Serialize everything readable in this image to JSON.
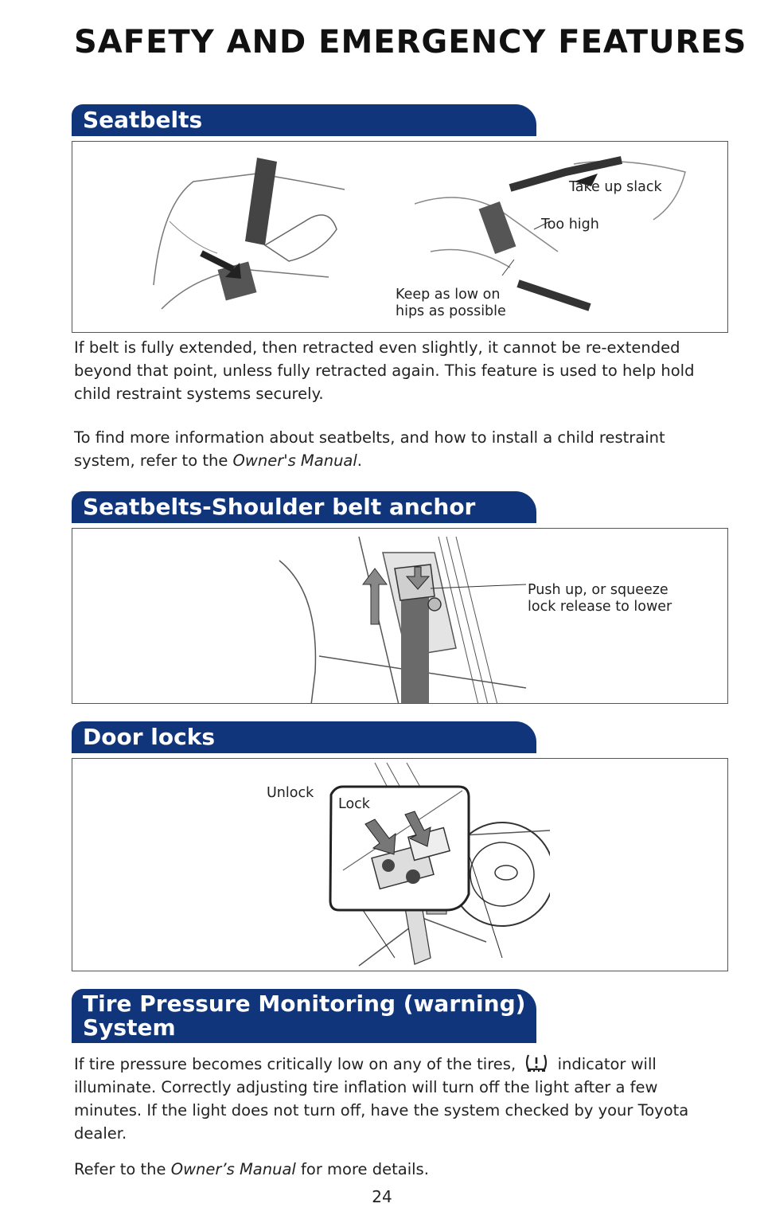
{
  "page": {
    "title": "SAFETY AND EMERGENCY FEATURES",
    "page_number": "24"
  },
  "seatbelts": {
    "heading": "Seatbelts",
    "labels": {
      "take_up_slack": "Take up slack",
      "too_high": "Too high",
      "keep_low": "Keep as low on hips as possible"
    },
    "paragraph1": "If belt is fully extended, then retracted even slightly, it cannot be re-extended beyond that point, unless fully retracted again. This feature is used to help hold child restraint systems securely.",
    "paragraph2_prefix": "To find more information about seatbelts, and how to install a child restraint system, refer to the ",
    "paragraph2_italic": "Owner's Manual",
    "paragraph2_suffix": "."
  },
  "shoulder_anchor": {
    "heading": "Seatbelts-Shoulder belt anchor",
    "label": "Push up, or squeeze lock release to lower"
  },
  "door_locks": {
    "heading": "Door locks",
    "unlock_label": "Unlock",
    "lock_label": "Lock"
  },
  "tpms": {
    "heading_line1": "Tire Pressure Monitoring (warning)",
    "heading_line2": "System",
    "paragraph1_prefix": "If tire pressure becomes critically low on any of the tires,",
    "paragraph1_suffix": "indicator will illuminate. Correctly adjusting tire inflation will turn off the light after a few minutes. If the light does not turn off, have the system checked by your Toyota dealer.",
    "paragraph2_prefix": "Refer to the ",
    "paragraph2_italic": "Owner’s Manual",
    "paragraph2_suffix": " for more details."
  }
}
